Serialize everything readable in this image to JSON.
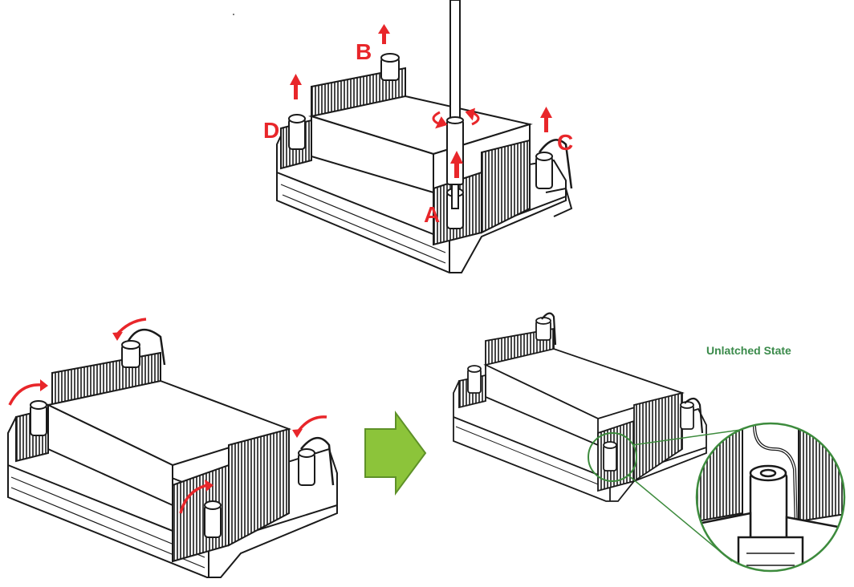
{
  "labels": {
    "corner_a": "A",
    "corner_b": "B",
    "corner_c": "C",
    "corner_d": "D",
    "state": "Unlatched State"
  },
  "colors": {
    "red_arrow": "#e8262a",
    "green": "#3d8b3d",
    "green_label": "#3a8a4a",
    "next_arrow_fill": "#8cc43a",
    "next_arrow_stroke": "#5e9128",
    "line": "#1a1a1a",
    "fin_stroke": "#222222",
    "face": "#ffffff"
  },
  "icons": {
    "screwdriver": "screwdriver-icon",
    "next_step": "next-step-arrow-icon",
    "magnifier": "magnifier-callout-icon"
  }
}
